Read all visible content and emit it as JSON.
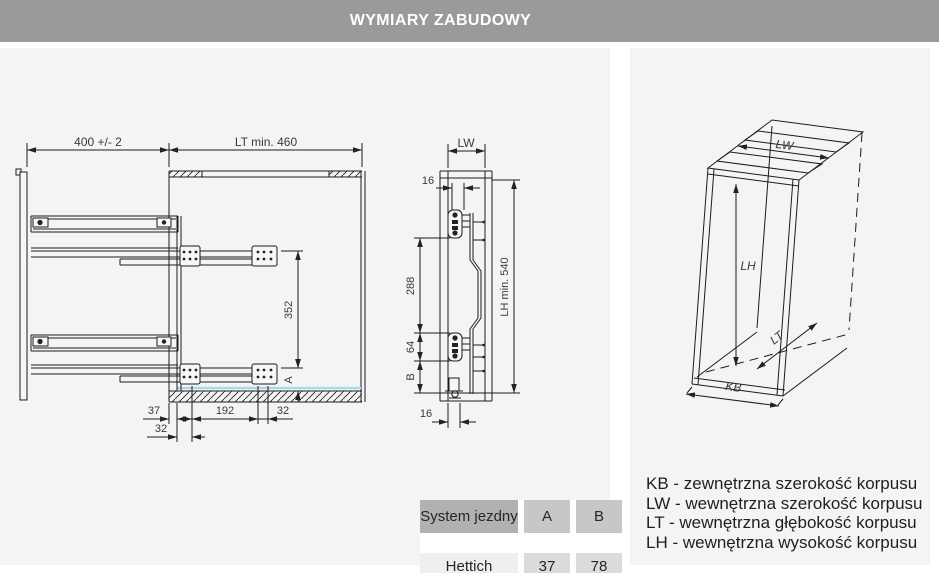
{
  "header": {
    "title": "WYMIARY ZABUDOWY"
  },
  "front_view": {
    "dim_width": "400 +/- 2",
    "dim_depth": "LT min. 460",
    "dim_352": "352",
    "dim_a": "A",
    "dim_37": "37",
    "dim_192": "192",
    "dim_32_right": "32",
    "dim_32_lower": "32"
  },
  "side_view": {
    "dim_lw": "LW",
    "dim_16_top": "16",
    "dim_288": "288",
    "dim_64": "64",
    "dim_b": "B",
    "dim_lh": "LH min. 540",
    "dim_16_bottom": "16"
  },
  "iso_view": {
    "dim_lw": "LW",
    "dim_lh": "LH",
    "dim_lt": "LT",
    "dim_kb": "KB"
  },
  "legend": {
    "items": [
      {
        "text": "KB - zewnętrzna szerokość korpusu"
      },
      {
        "text": "LW - wewnętrzna szerokość korpusu"
      },
      {
        "text": "LT - wewnętrzna głębokość korpusu"
      },
      {
        "text": "LH - wewnętrzna wysokość korpusu"
      }
    ]
  },
  "table": {
    "col_system": "System jezdny",
    "col_a": "A",
    "col_b": "B",
    "rows": [
      {
        "name": "Hettich",
        "a": "37",
        "b": "78"
      }
    ]
  },
  "colors": {
    "header_bg": "#9a9a9a",
    "header_text": "#ffffff",
    "panel_bg": "#f4f4f4",
    "line": "#1c1c1c",
    "dim_text": "#3a3a3a",
    "floor_highlight": "#a5d8e6",
    "table_header_bg": "#b1b1b1",
    "table_subheader_bg": "#c7c7c7",
    "table_row_bg": "#efefef",
    "table_value_bg": "#dbdbdb",
    "table_text": "#262626"
  }
}
